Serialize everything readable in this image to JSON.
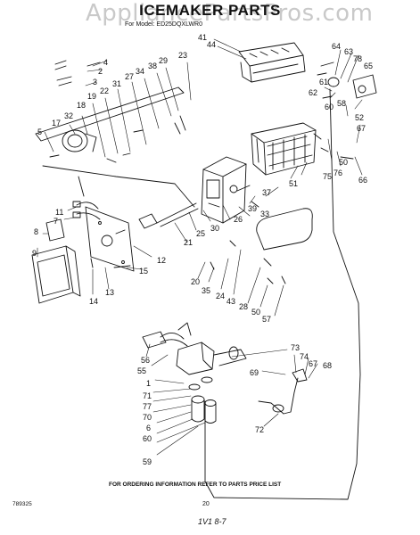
{
  "title": "ICEMAKER PARTS",
  "subtitle": "For Model: ED25DQXLWR0",
  "watermark": "AppliancePartsPros.com",
  "footer": {
    "left_code": "789325",
    "note": "FOR ORDERING INFORMATION REFER TO PARTS PRICE LIST",
    "page_number": "20",
    "handwritten": "1V1 8-7"
  },
  "part_labels": [
    "41",
    "44",
    "64",
    "63",
    "78",
    "65",
    "4",
    "2",
    "3",
    "29",
    "23",
    "38",
    "34",
    "27",
    "31",
    "22",
    "19",
    "18",
    "32",
    "17",
    "5",
    "62",
    "61",
    "60",
    "58",
    "52",
    "67",
    "76",
    "50",
    "66",
    "75",
    "51",
    "37",
    "39",
    "33",
    "26",
    "30",
    "25",
    "21",
    "12",
    "11",
    "7",
    "8",
    "9",
    "14",
    "13",
    "15",
    "20",
    "35",
    "24",
    "43",
    "28",
    "50",
    "57",
    "56",
    "55",
    "73",
    "74",
    "67",
    "68",
    "69",
    "1",
    "71",
    "77",
    "70",
    "6",
    "60",
    "59",
    "72"
  ]
}
